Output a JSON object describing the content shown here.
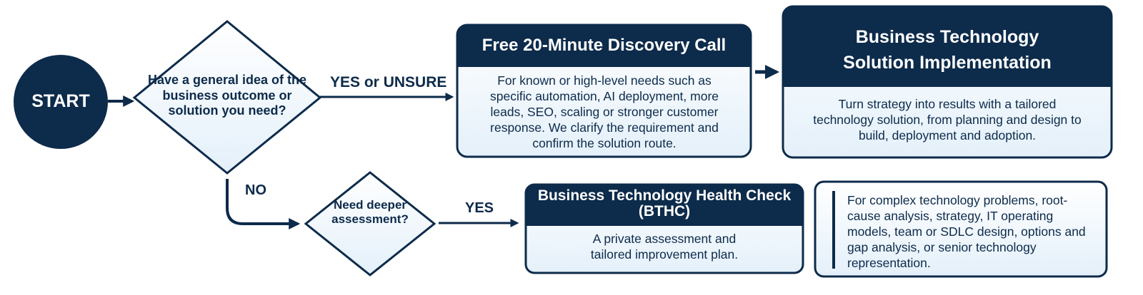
{
  "colors": {
    "navy": "#0d2b4a",
    "light_fill": "#eaf4fc",
    "white": "#ffffff"
  },
  "start": {
    "label": "START"
  },
  "decision1": {
    "question": "Have a general idea of the business outcome or solution you need?"
  },
  "decision2": {
    "question": "Need deeper assessment?"
  },
  "edges": {
    "yes_or_unsure": "YES or UNSURE",
    "no": "NO",
    "yes": "YES"
  },
  "discovery_call": {
    "title": "Free 20-Minute Discovery Call",
    "body": "For known or high-level needs such as specific automation, AI deployment, more leads, SEO, scaling or stronger customer response. We clarify the requirement and confirm the solution route."
  },
  "implementation": {
    "title": "Business Technology Solution Implementation",
    "body": "Turn strategy into results with a tailored technology solution, from planning and design to build, deployment and adoption."
  },
  "health_check": {
    "title": "Business Technology Health Check (BTHC)",
    "body": "A private assessment and tailored improvement plan."
  },
  "complex_note": {
    "body": "For complex technology problems, root-cause analysis, strategy, IT operating models, team or SDLC design, options and gap analysis, or senior technology representation."
  }
}
